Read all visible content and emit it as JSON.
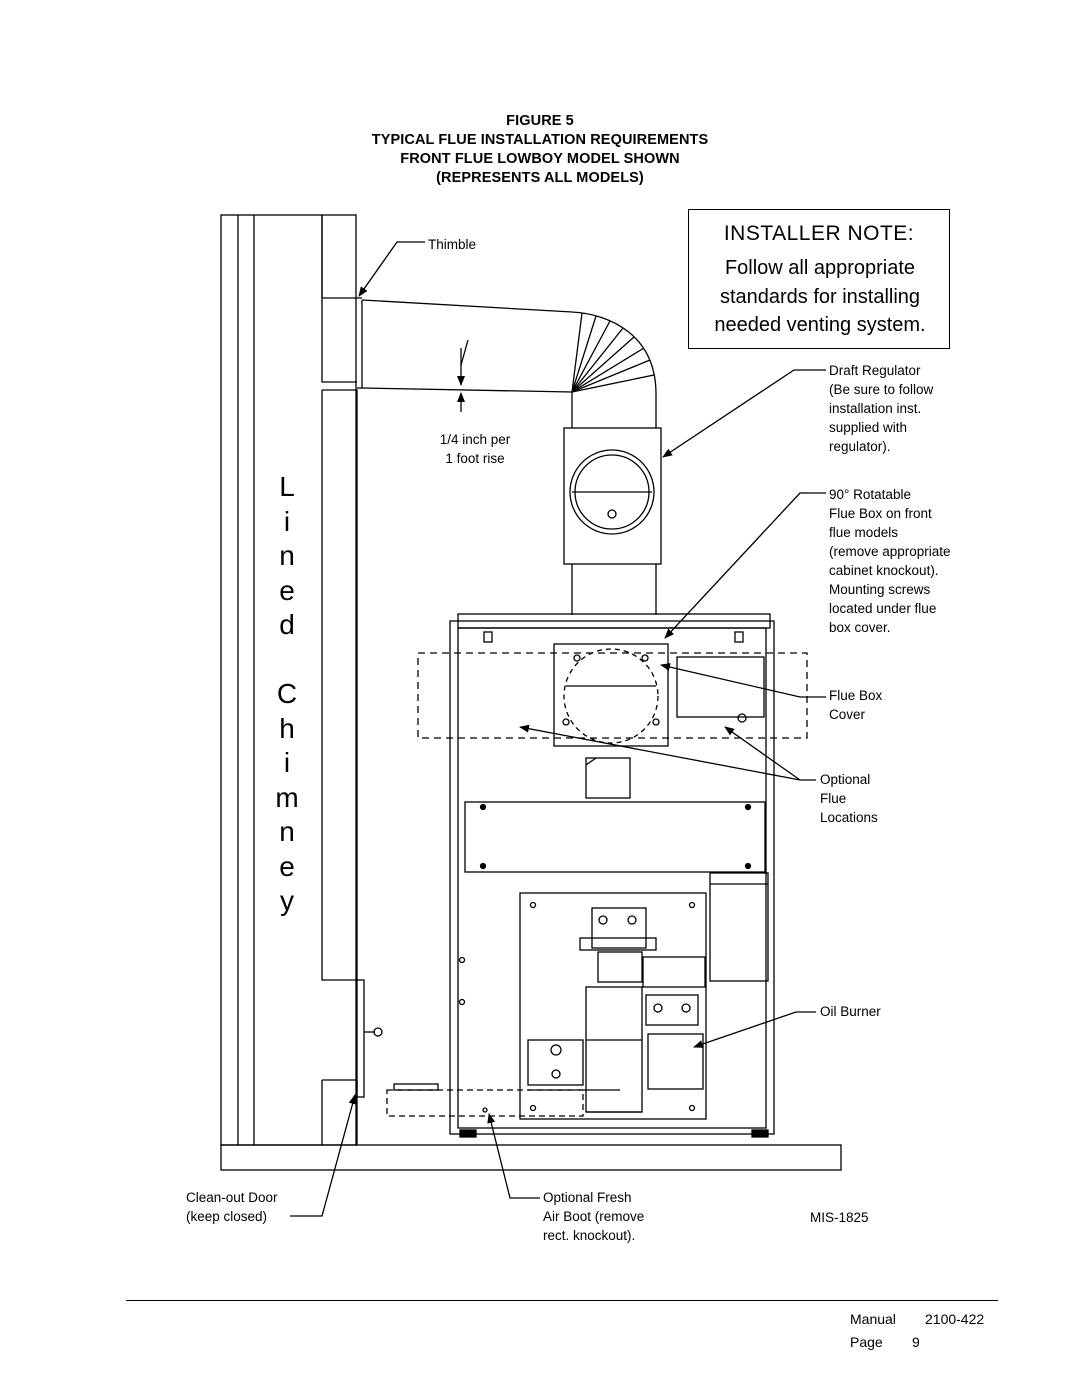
{
  "figure": {
    "number": "FIGURE 5",
    "title_line1": "TYPICAL FLUE INSTALLATION REQUIREMENTS",
    "title_line2": "FRONT FLUE LOWBOY MODEL SHOWN",
    "title_line3": "(REPRESENTS ALL MODELS)"
  },
  "installer_note": {
    "title": "INSTALLER NOTE:",
    "body": "Follow all appropriate standards for installing needed venting system."
  },
  "labels": {
    "thimble": "Thimble",
    "rise": "1/4 inch per\n1 foot rise",
    "draft_regulator": "Draft Regulator\n(Be sure to follow\ninstallation inst.\nsupplied with\nregulator).",
    "flue_box": "90° Rotatable\nFlue Box on front\nflue models\n(remove appropriate\ncabinet knockout).\nMounting screws\nlocated under flue\nbox cover.",
    "flue_box_cover": "Flue Box\nCover",
    "optional_flue": "Optional\nFlue\nLocations",
    "oil_burner": "Oil Burner",
    "cleanout_door": "Clean-out Door\n(keep closed)",
    "fresh_air": "Optional Fresh\nAir Boot (remove\nrect. knockout).",
    "drawing_id": "MIS-1825",
    "chimney": [
      "L",
      "i",
      "n",
      "e",
      "d",
      "",
      "C",
      "h",
      "i",
      "m",
      "n",
      "e",
      "y"
    ]
  },
  "footer": {
    "manual_label": "Manual",
    "manual_number": "2100-422",
    "page_label": "Page",
    "page_number": "9"
  }
}
